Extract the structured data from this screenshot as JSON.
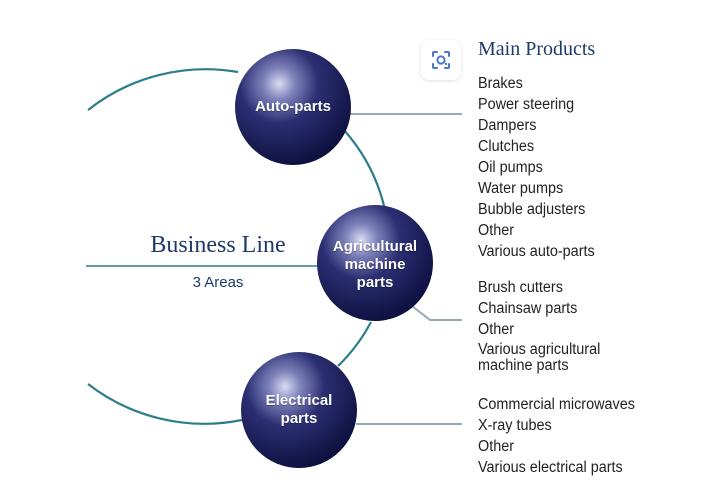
{
  "header": {
    "main_products_title": "Main Products"
  },
  "business": {
    "title": "Business Line",
    "subtitle": "3 Areas"
  },
  "segments": [
    {
      "id": "auto",
      "label_lines": [
        "Auto-parts"
      ],
      "products": [
        "Brakes",
        "Power steering",
        "Dampers",
        "Clutches",
        "Oil pumps",
        "Water pumps",
        "Bubble adjusters",
        "Other",
        "Various auto-parts"
      ]
    },
    {
      "id": "agri",
      "label_lines": [
        "Agricultural",
        "machine",
        "parts"
      ],
      "products": [
        "Brush cutters",
        "Chainsaw parts",
        "Other",
        "Various agricultural machine parts"
      ]
    },
    {
      "id": "elec",
      "label_lines": [
        "Electrical",
        "parts"
      ],
      "products": [
        "Commercial microwaves",
        "X-ray tubes",
        "Other",
        "Various electrical parts"
      ]
    }
  ],
  "colors": {
    "sphere_dark": "#0b0d3a",
    "sphere_mid": "#2b2f72",
    "sphere_light": "#d9dcf2",
    "arc": "#2c7e8a",
    "connector": "#9aa7b4",
    "title_text": "#1f3a68"
  },
  "icons": {
    "lens_button": "lens-icon"
  }
}
